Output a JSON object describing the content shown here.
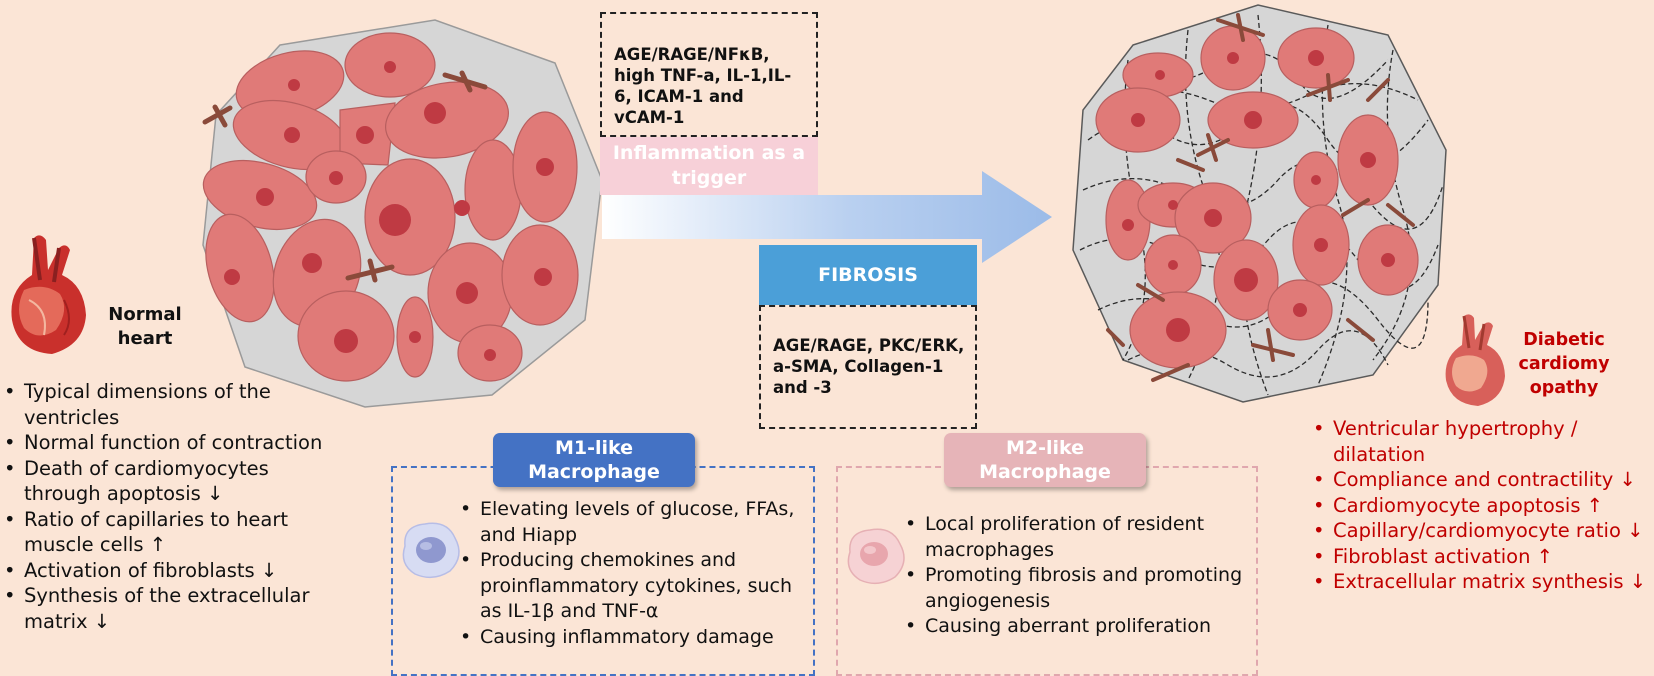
{
  "normal": {
    "label": "Normal heart",
    "items": [
      "Typical dimensions of the ventricles",
      "Normal function of contraction",
      "Death of cardiomyocytes through apoptosis ↓",
      "Ratio of capillaries to heart muscle cells ↑",
      "Activation of fibroblasts ↓",
      "Synthesis of the extracellular matrix ↓"
    ]
  },
  "diabetic": {
    "label": "Diabetic cardiomy opathy",
    "items": [
      "Ventricular hypertrophy / dilatation",
      "Compliance and contractility ↓",
      "Cardiomyocyte apoptosis ↑",
      "Capillary/cardiomyocyte ratio ↓",
      "Fibroblast activation ↑",
      "Extracellular matrix synthesis ↓"
    ]
  },
  "inflammation": {
    "signals": "AGE/RAGE/NFκB, high TNF-a, IL-1,IL-6, ICAM-1 and vCAM-1",
    "label": "Inflammation as a trigger"
  },
  "fibrosis": {
    "label": "FIBROSIS",
    "signals": "AGE/RAGE, PKC/ERK, a-SMA, Collagen-1 and -3"
  },
  "m1": {
    "title": "M1-like Macrophage",
    "items": [
      "Elevating levels of glucose, FFAs, and Hiapp",
      "Producing chemokines and proinflammatory cytokines, such as IL-1β and TNF-α",
      "Causing inflammatory damage"
    ]
  },
  "m2": {
    "title": "M2-like Macrophage",
    "items": [
      "Local proliferation of resident macrophages",
      "Promoting fibrosis and promoting angiogenesis",
      "Causing aberrant proliferation"
    ]
  },
  "icons": {
    "normal_heart": "heart-icon",
    "diabetic_heart": "heart-icon",
    "m1_cell": "macrophage-icon",
    "m2_cell": "macrophage-icon",
    "arrow": "arrow-right-icon"
  },
  "colors": {
    "background": "#fbe5d6",
    "cardiomyocyte": "#e07a78",
    "nucleus": "#bf3a43",
    "tissue": "#d6d6d6",
    "m1": "#4472c4",
    "m2": "#e6b4b8",
    "fibrosis": "#4b9fd8",
    "diabetic_text": "#c00000"
  }
}
